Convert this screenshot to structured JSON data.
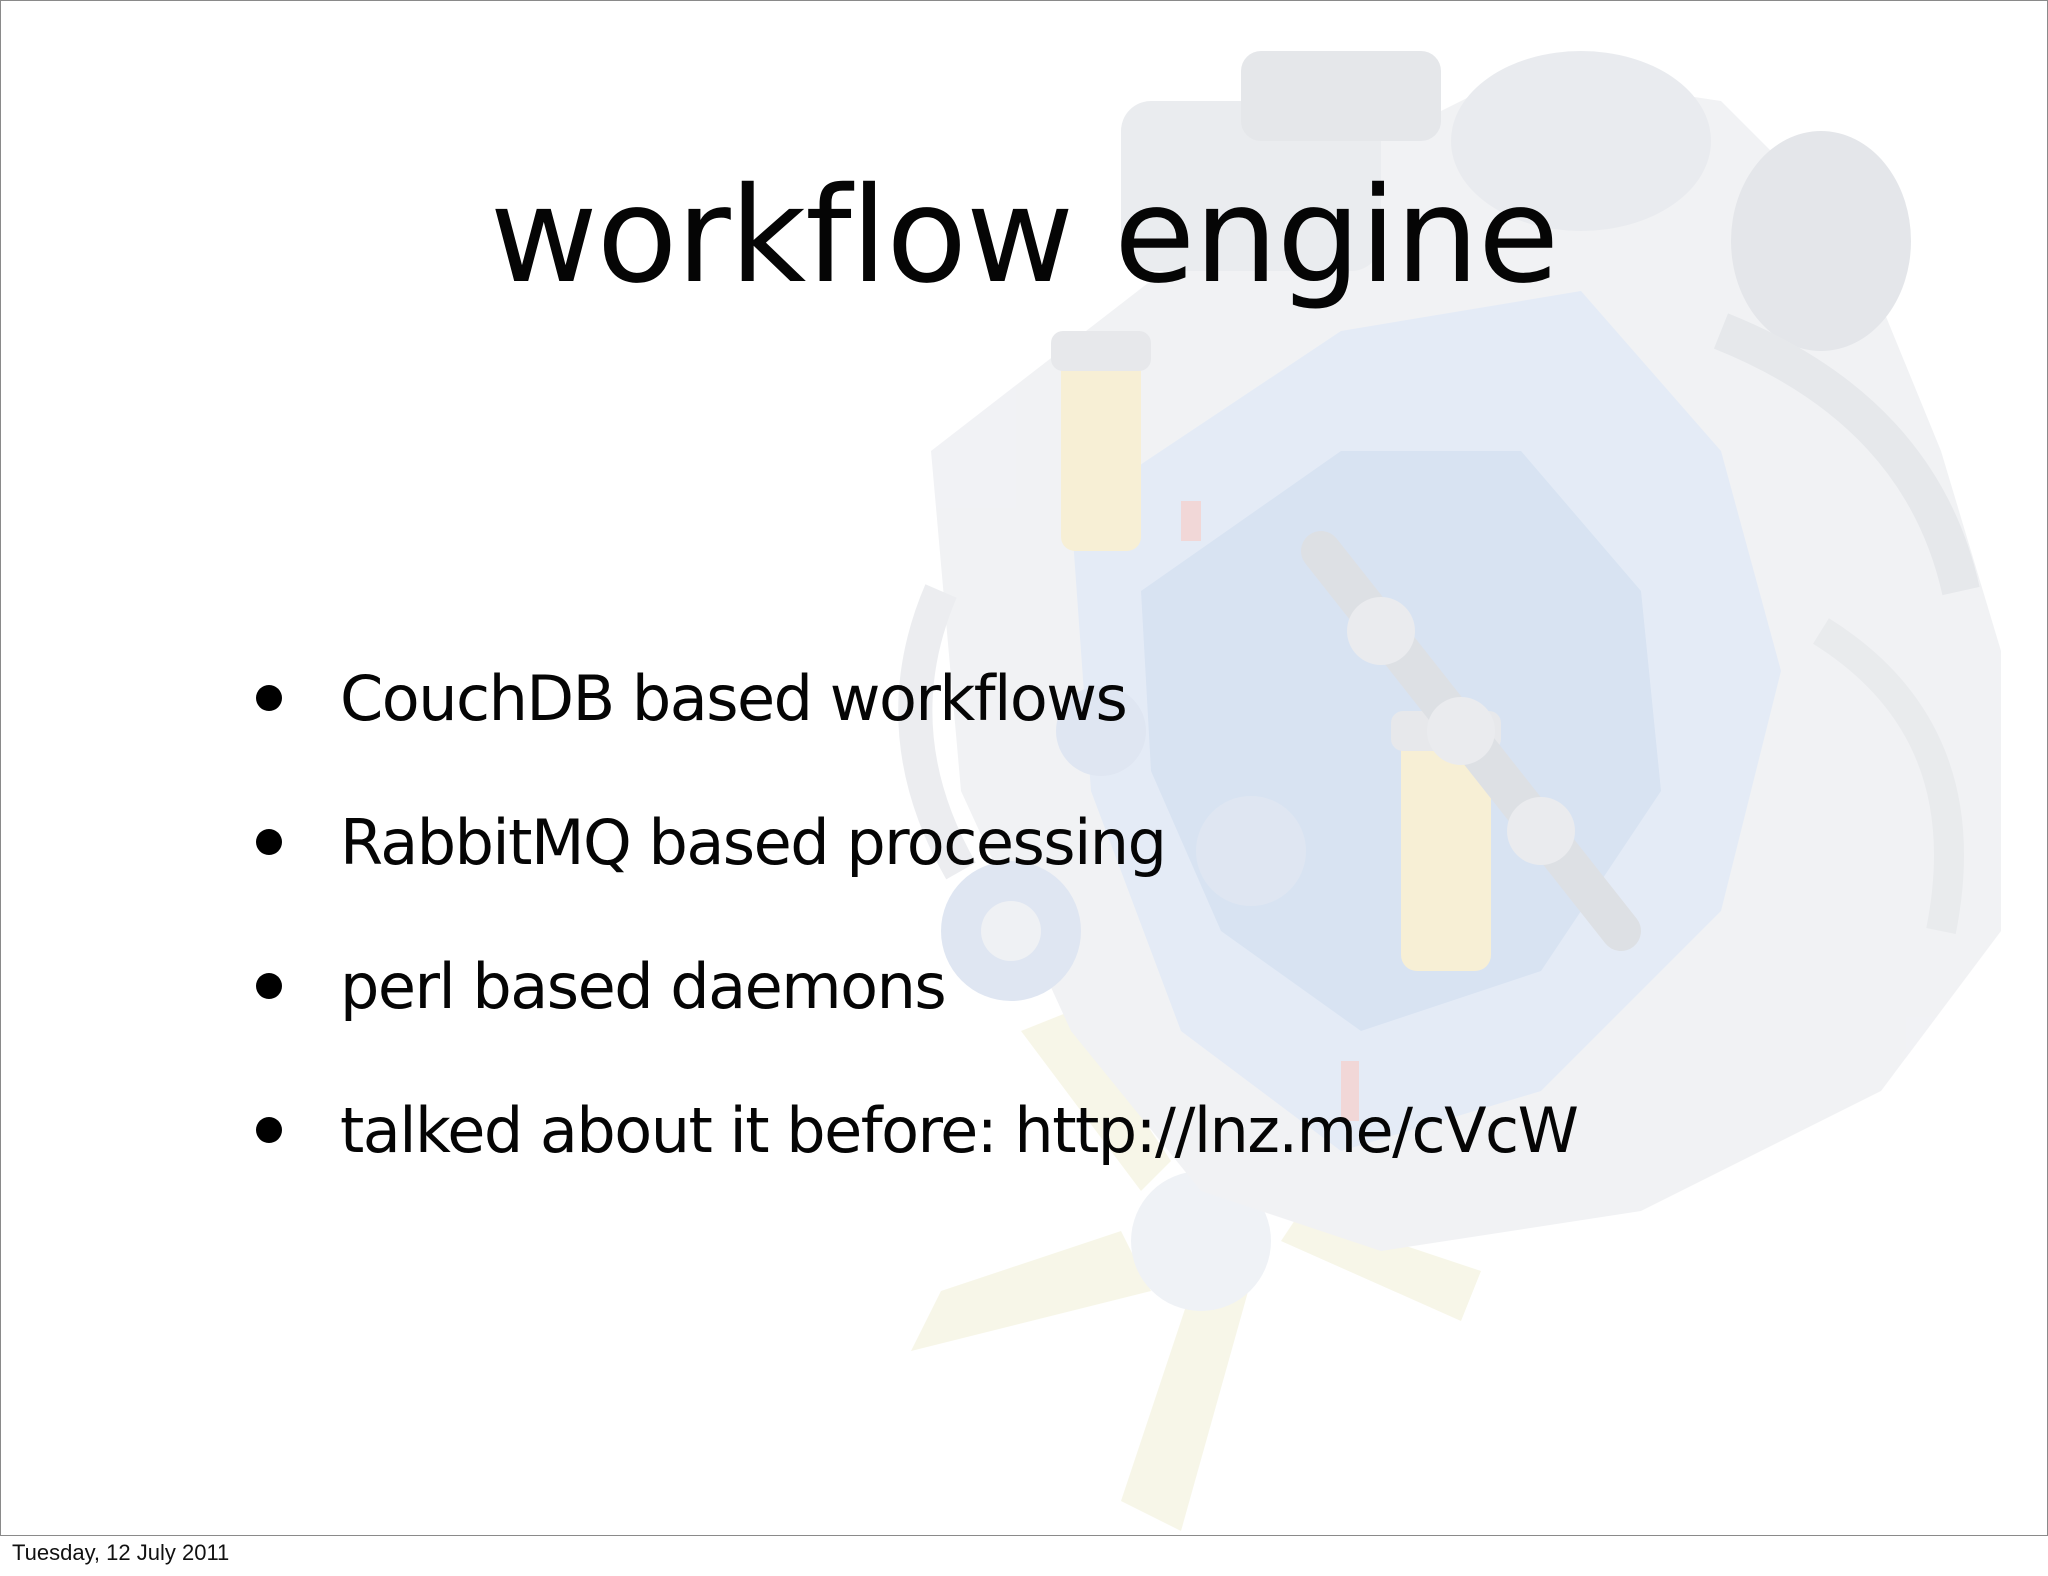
{
  "slide": {
    "title": "workflow engine",
    "bullets": [
      "CouchDB based workflows",
      "RabbitMQ based processing",
      "perl based daemons",
      "talked about it before: http://lnz.me/cVcW"
    ]
  },
  "footer": {
    "date": "Tuesday, 12 July 2011"
  },
  "colors": {
    "background": "#ffffff",
    "text": "#050505",
    "engine_tint_blue": "#c9d8ee",
    "engine_tint_gray": "#e4e6ea",
    "engine_tint_yellow": "#f2e9c8"
  },
  "images": {
    "background_illustration": "engine-cutaway"
  }
}
